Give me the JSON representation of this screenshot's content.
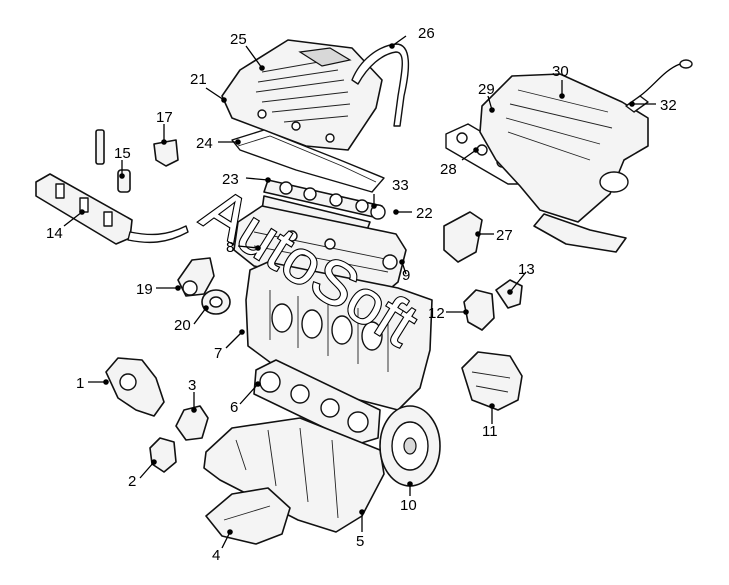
{
  "diagram": {
    "watermark_text": "AutoSoft",
    "callouts": [
      {
        "id": "1",
        "label": "1"
      },
      {
        "id": "2",
        "label": "2"
      },
      {
        "id": "3",
        "label": "3"
      },
      {
        "id": "4",
        "label": "4"
      },
      {
        "id": "5",
        "label": "5"
      },
      {
        "id": "6",
        "label": "6"
      },
      {
        "id": "7",
        "label": "7"
      },
      {
        "id": "8",
        "label": "8"
      },
      {
        "id": "9",
        "label": "9"
      },
      {
        "id": "10",
        "label": "10"
      },
      {
        "id": "11",
        "label": "11"
      },
      {
        "id": "12",
        "label": "12"
      },
      {
        "id": "13",
        "label": "13"
      },
      {
        "id": "14",
        "label": "14"
      },
      {
        "id": "15",
        "label": "15"
      },
      {
        "id": "17",
        "label": "17"
      },
      {
        "id": "19",
        "label": "19"
      },
      {
        "id": "20",
        "label": "20"
      },
      {
        "id": "21",
        "label": "21"
      },
      {
        "id": "22",
        "label": "22"
      },
      {
        "id": "23",
        "label": "23"
      },
      {
        "id": "24",
        "label": "24"
      },
      {
        "id": "25",
        "label": "25"
      },
      {
        "id": "26",
        "label": "26"
      },
      {
        "id": "27",
        "label": "27"
      },
      {
        "id": "28",
        "label": "28"
      },
      {
        "id": "29",
        "label": "29"
      },
      {
        "id": "30",
        "label": "30"
      },
      {
        "id": "32",
        "label": "32"
      },
      {
        "id": "33",
        "label": "33"
      }
    ],
    "colors": {
      "line": "#000000",
      "background": "#ffffff",
      "fill": "#f4f4f4"
    }
  }
}
